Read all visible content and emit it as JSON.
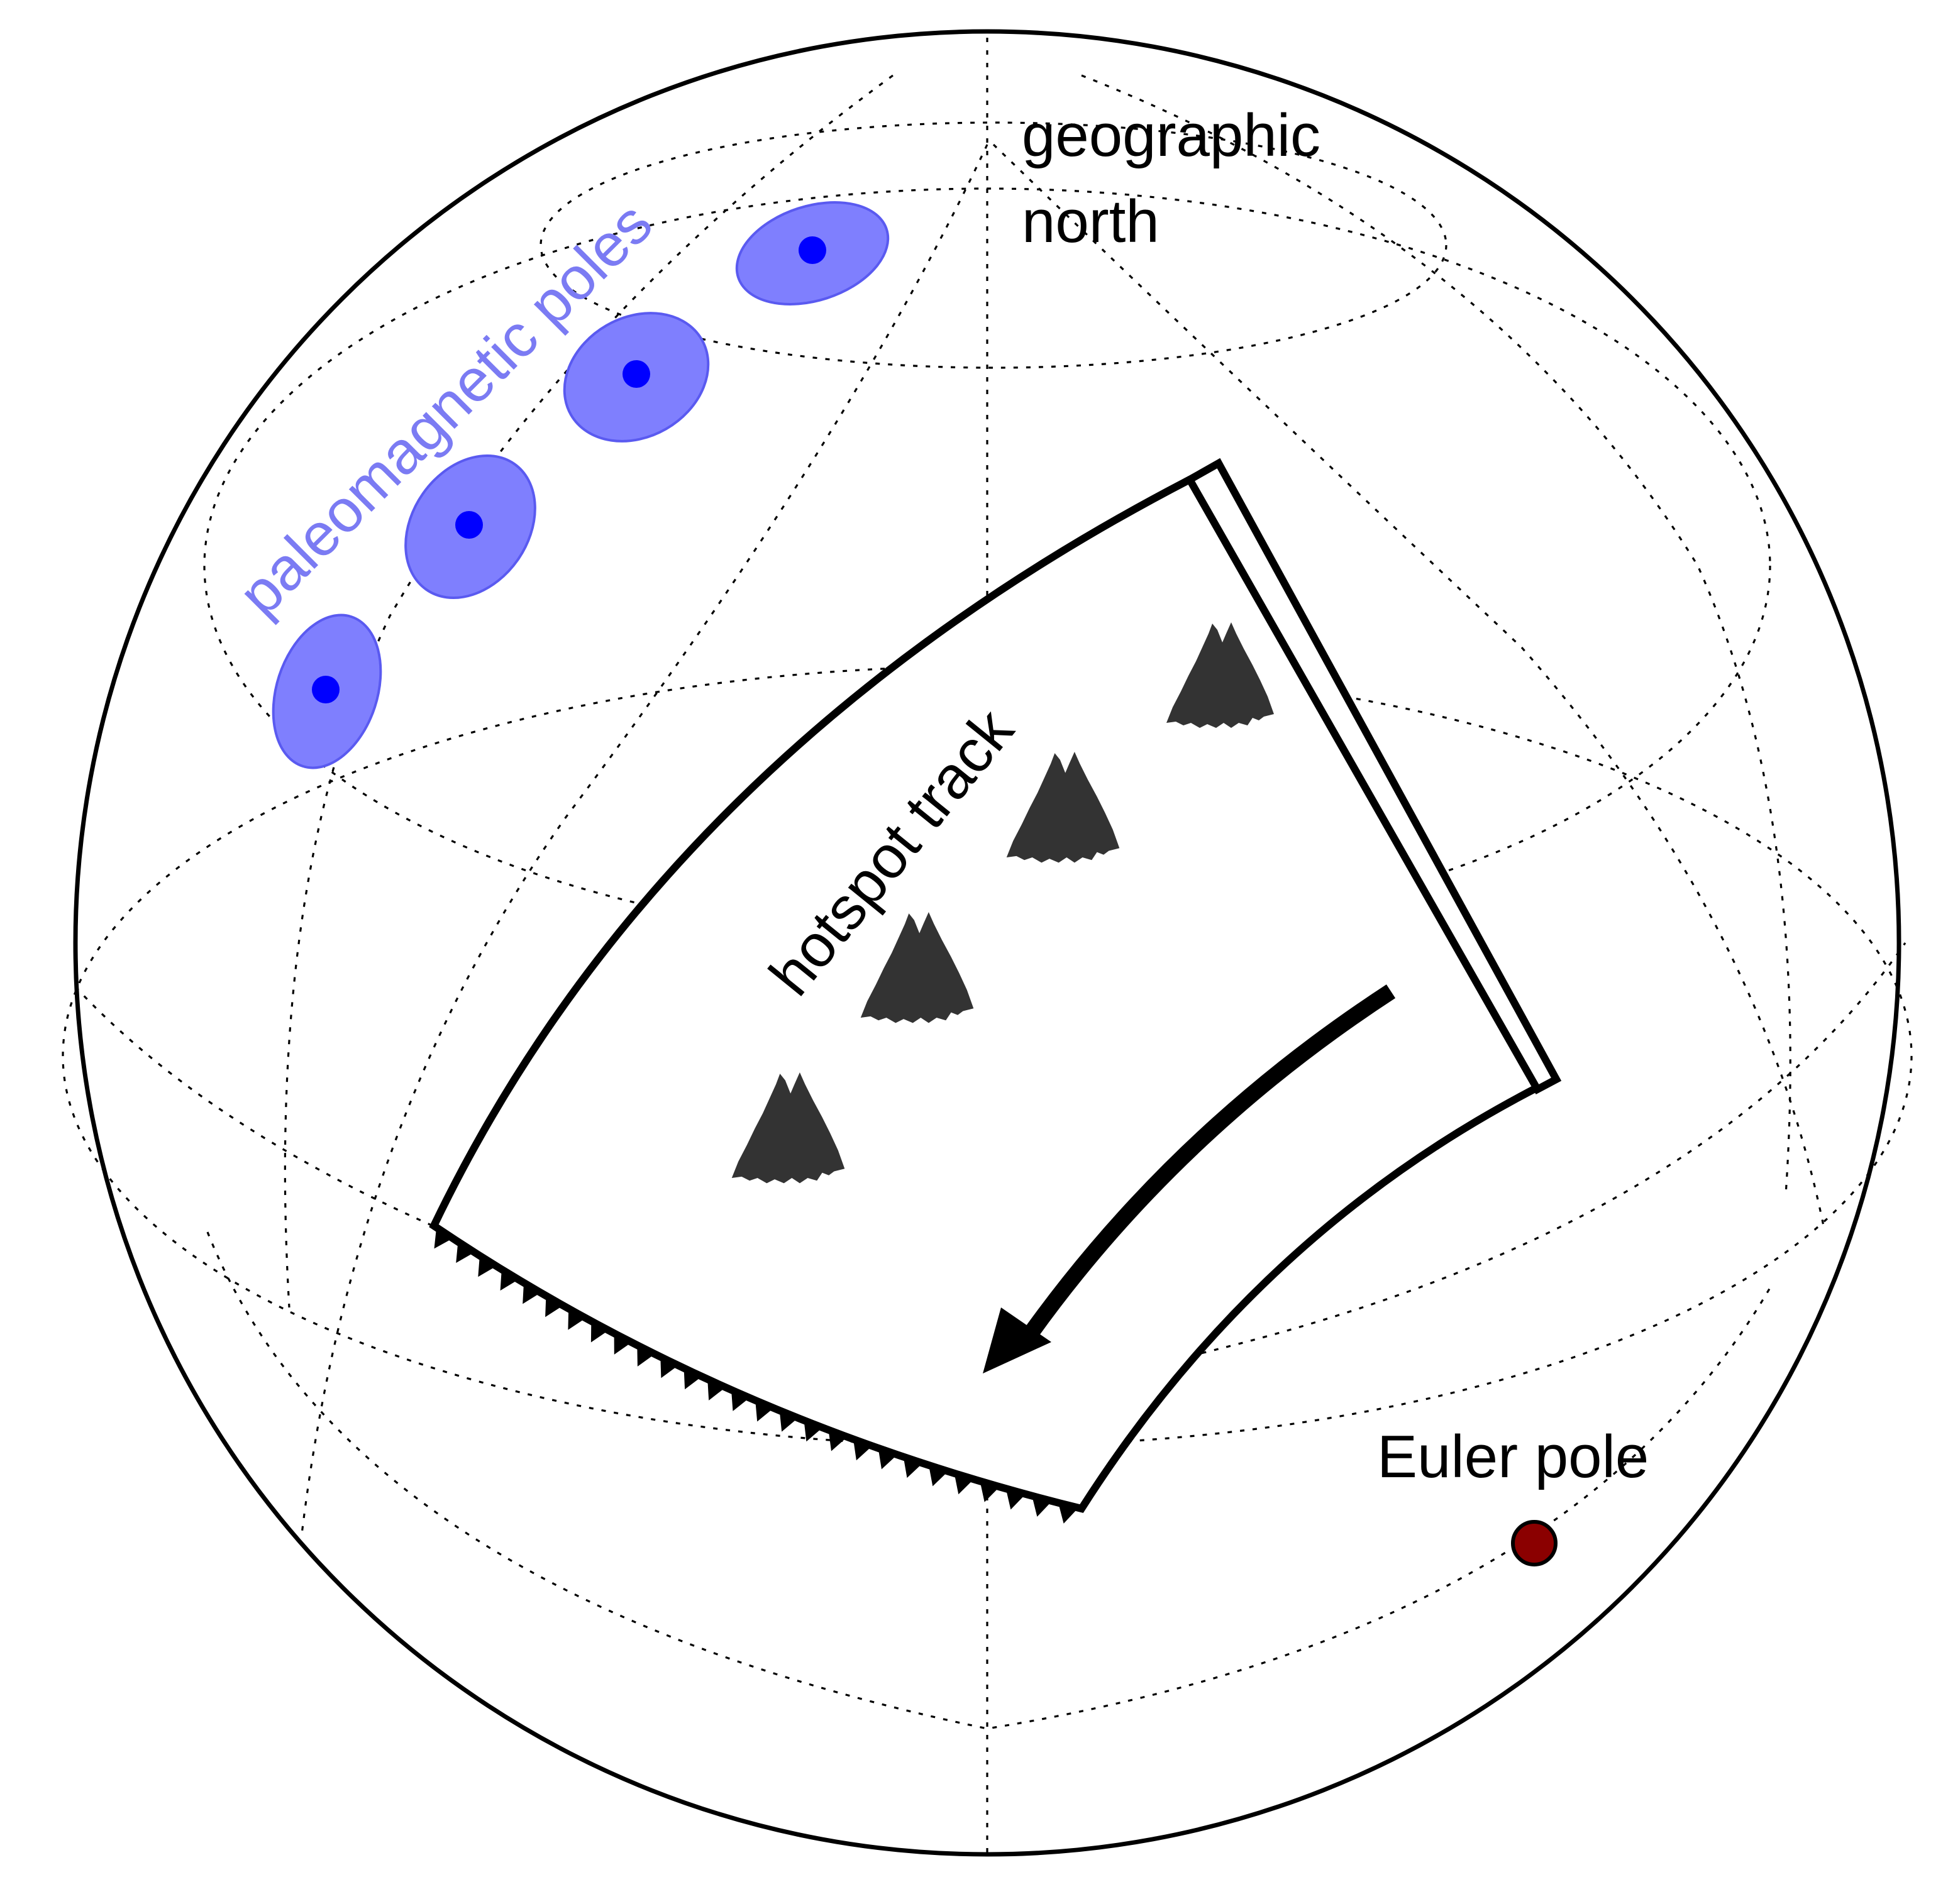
{
  "labels": {
    "geographic_north_line1": "geographic",
    "geographic_north_line2": "north",
    "paleomagnetic_poles": "paleomagnetic poles",
    "hotspot_track": "hotspot track",
    "euler_pole": "Euler pole"
  },
  "colors": {
    "outline": "#000000",
    "pole_ellipse_fill": "#7f7ffe",
    "pole_ellipse_stroke": "#5a5af0",
    "pole_dot": "#0000ff",
    "paleomagnetic_label": "#7b7bf3",
    "volcano": "#333333",
    "euler_pole": "#8b0000"
  },
  "paleomagnetic_pole_count": 4,
  "volcano_count": 4,
  "icons": [
    "volcano-icon",
    "euler-pole-marker",
    "motion-arrow"
  ]
}
